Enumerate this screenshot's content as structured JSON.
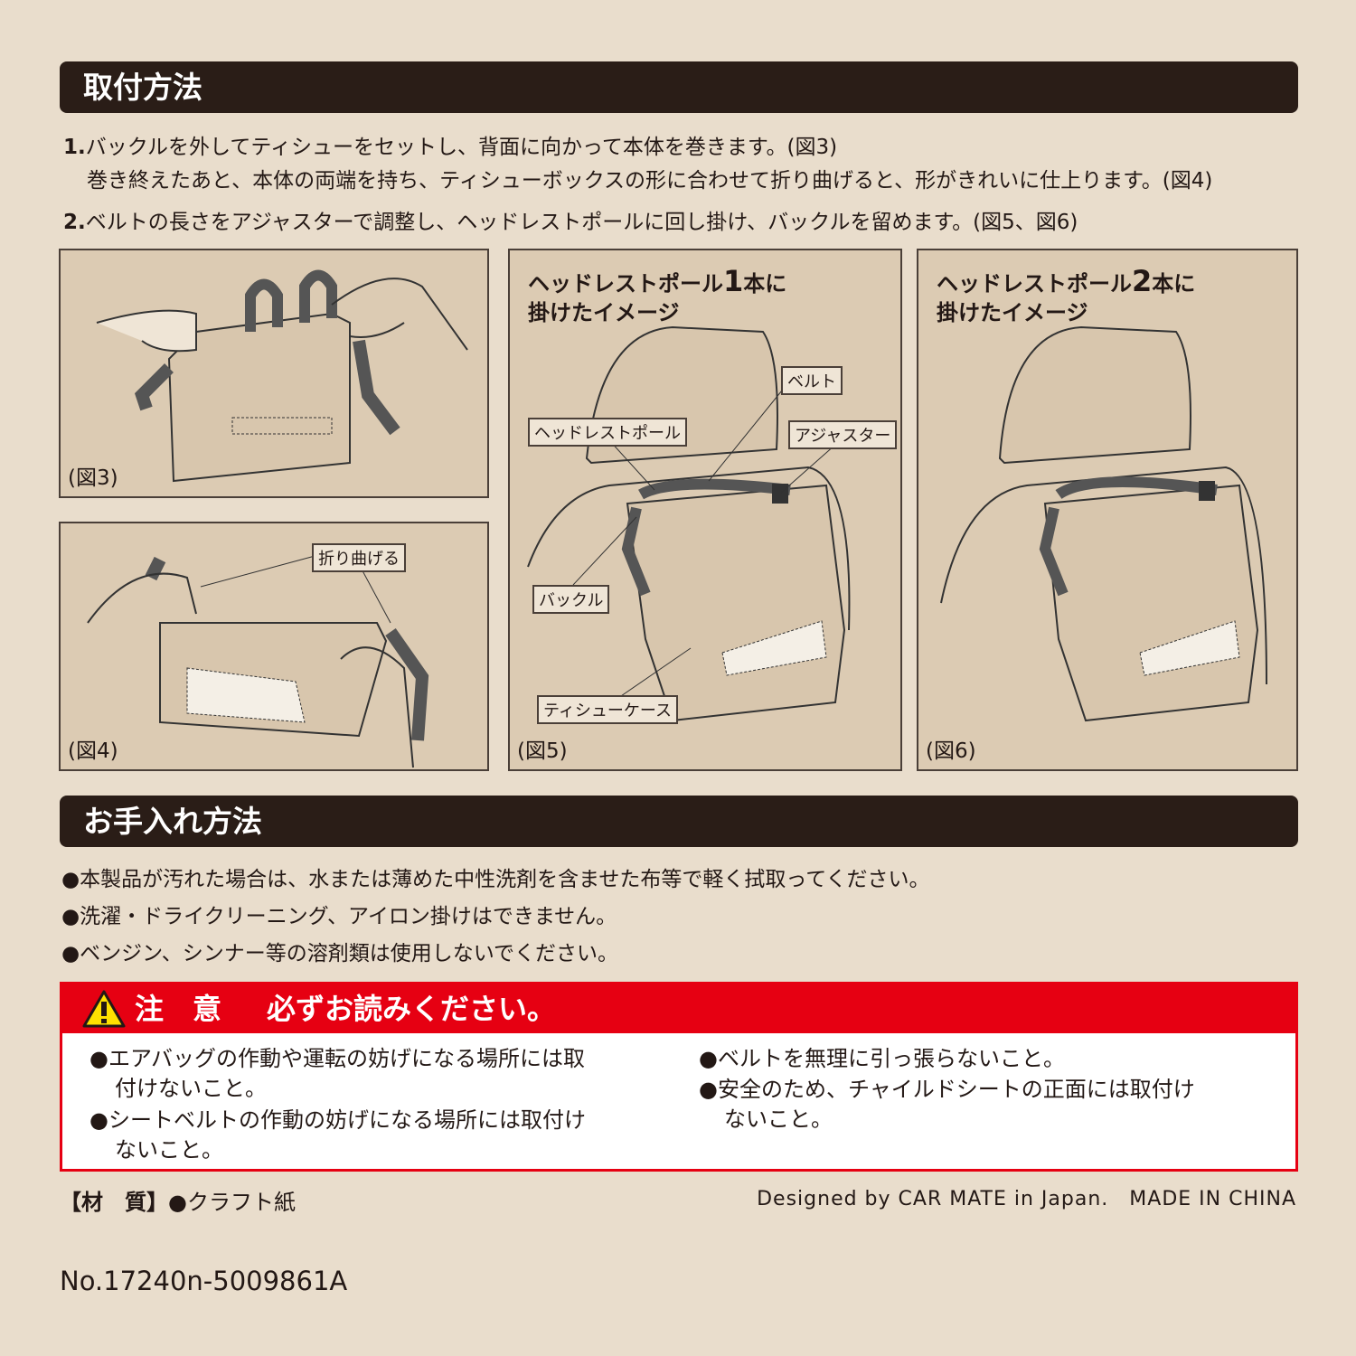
{
  "section1": {
    "title": "取付方法",
    "steps": [
      {
        "num": "1.",
        "text": "バックルを外してティシューをセットし、背面に向かって本体を巻きます。(図3)"
      },
      {
        "num": "",
        "text": "巻き終えたあと、本体の両端を持ち、ティシューボックスの形に合わせて折り曲げると、形がきれいに仕上ります。(図4)"
      },
      {
        "num": "2.",
        "text": "ベルトの長さをアジャスターで調整し、ヘッドレストポールに回し掛け、バックルを留めます。(図5、図6)"
      }
    ]
  },
  "figures": {
    "fig3": {
      "label": "(図3)"
    },
    "fig4": {
      "label": "(図4)",
      "callout": "折り曲げる"
    },
    "fig5": {
      "label": "(図5)",
      "title_a": "ヘッドレストポール",
      "title_num": "1",
      "title_b": "本に",
      "title_c": "掛けたイメージ",
      "callouts": {
        "belt": "ベルト",
        "pole": "ヘッドレストポール",
        "adjuster": "アジャスター",
        "buckle": "バックル",
        "case": "ティシューケース"
      }
    },
    "fig6": {
      "label": "(図6)",
      "title_a": "ヘッドレストポール",
      "title_num": "2",
      "title_b": "本に",
      "title_c": "掛けたイメージ"
    }
  },
  "section2": {
    "title": "お手入れ方法",
    "items": [
      "●本製品が汚れた場合は、水または薄めた中性洗剤を含ませた布等で軽く拭取ってください。",
      "●洗濯・ドライクリーニング、アイロン掛けはできません。",
      "●ベンジン、シンナー等の溶剤類は使用しないでください。"
    ]
  },
  "caution": {
    "title": "注　意",
    "subtitle": "必ずお読みください。",
    "icon": "warning-triangle-icon",
    "left": [
      {
        "a": "●エアバッグの作動や運転の妨げになる場所には取",
        "b": "付けないこと。"
      },
      {
        "a": "●シートベルトの作動の妨げになる場所には取付け",
        "b": "ないこと。"
      }
    ],
    "right": [
      {
        "a": "●ベルトを無理に引っ張らないこと。",
        "b": ""
      },
      {
        "a": "●安全のため、チャイルドシートの正面には取付け",
        "b": "ないこと。"
      }
    ]
  },
  "footer": {
    "material_label": "【材　質】",
    "material": "●クラフト紙",
    "designed": "Designed by CAR MATE in Japan.　MADE IN CHINA",
    "number": "No.17240n-5009861A"
  },
  "colors": {
    "header": "#2a1d17",
    "caution_red": "#e60012",
    "background": "#e9ddcc",
    "panel": "#dccbb3"
  }
}
